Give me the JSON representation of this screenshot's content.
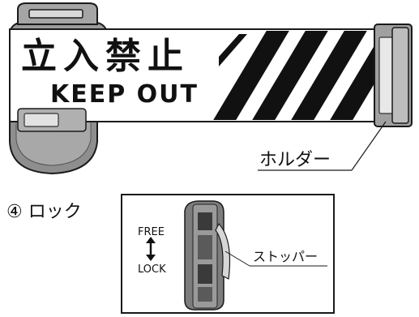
{
  "banner": {
    "kanji": "立入禁止",
    "english": "KEEP OUT"
  },
  "callouts": {
    "holder_label": "ホルダー",
    "stopper_label": "ストッパー"
  },
  "step": {
    "label": "④ ロック"
  },
  "inset": {
    "free_label": "FREE",
    "lock_label": "LOCK"
  },
  "colors": {
    "ink": "#1a1a1a",
    "body_gray": "#8e8e8e",
    "dark_gray": "#5a5a5a",
    "light_gray": "#cfcfcf",
    "tape": "#ffffff"
  }
}
